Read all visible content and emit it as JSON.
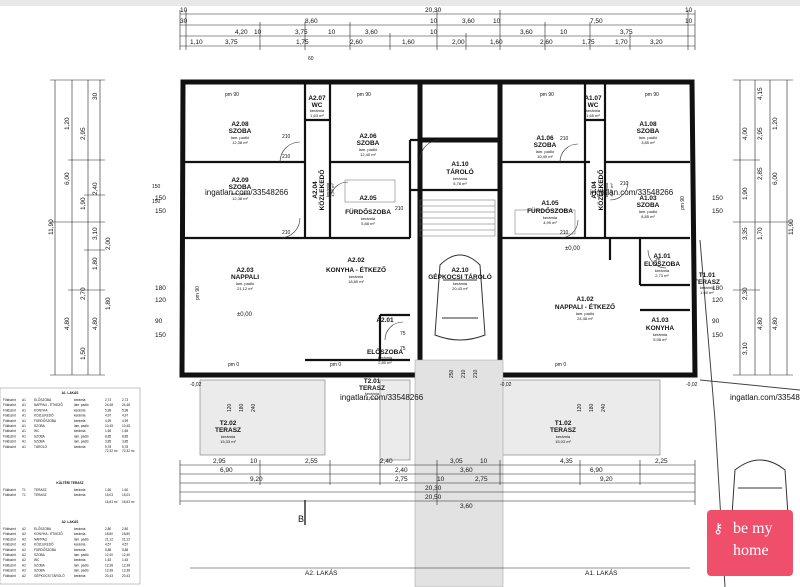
{
  "dims": {
    "top": [
      "10",
      "20,30",
      "10",
      "30",
      "8,60",
      "10",
      "3,60",
      "10",
      "7,50",
      "10",
      "4,20",
      "10",
      "3,75",
      "10",
      "3,60",
      "10",
      "3,60",
      "10",
      "3,75",
      "1,10",
      "3,75",
      "1,75",
      "2,60",
      "1,60",
      "2,00",
      "1,60",
      "2,60",
      "1,75",
      "1,70",
      "3,20"
    ],
    "bottom": [
      "2,95",
      "10",
      "2,55",
      "2,40",
      "3,05",
      "10",
      "2,25",
      "4,35",
      "6,90",
      "6,90",
      "9,20",
      "9,20",
      "10",
      "2,40",
      "3,60",
      "20,30",
      "20,50",
      "2,75",
      "2,75",
      "3,60"
    ],
    "left": [
      "11,90",
      "1,20",
      "6,00",
      "4,80",
      "2,95",
      "1,90",
      "2,70",
      "1,50",
      "4,80",
      "1,80",
      "3,10",
      "2,40",
      "30",
      "150",
      "150",
      "180",
      "120",
      "90",
      "150",
      "2,00",
      "1,80"
    ],
    "right": [
      "11,90",
      "1,20",
      "6,00",
      "4,80",
      "2,95",
      "4,15",
      "2,85",
      "4,00",
      "1,90",
      "3,35",
      "1,70",
      "4,80",
      "2,30",
      "3,10",
      "150",
      "150",
      "180",
      "120",
      "90",
      "150"
    ],
    "openings": [
      "pm 90",
      "pm 90",
      "pm 90",
      "pm 90",
      "pm 90",
      "pm 90",
      "pm 0",
      "pm 0",
      "pm 0",
      "210",
      "210",
      "210",
      "210",
      "210",
      "210",
      "150",
      "150",
      "60",
      "75",
      "75",
      "75",
      "210",
      "±0,00",
      "±0,00",
      "-0,02",
      "-0,02",
      "-0,02",
      "250",
      "210",
      "210",
      "120",
      "180",
      "240",
      "120",
      "180",
      "240"
    ]
  },
  "rooms": [
    {
      "code": "A2.08",
      "name": "SZOBA",
      "spec": "lam. padló",
      "area": "12,38 m²"
    },
    {
      "code": "A2.07",
      "name": "WC",
      "spec": "kerámia",
      "area": "1,63 m²"
    },
    {
      "code": "A2.06",
      "name": "SZOBA",
      "spec": "lam. padló",
      "area": "12,40 m²"
    },
    {
      "code": "A2.09",
      "name": "SZOBA",
      "spec": "lam. padló",
      "area": "12,38 m²"
    },
    {
      "code": "A2.04",
      "name": "KÖZLEKEDŐ",
      "spec": "kerámia",
      "area": "4,57 m²"
    },
    {
      "code": "A2.05",
      "name": "FÜRDŐSZOBA",
      "spec": "kerámia",
      "area": "5,88 m²"
    },
    {
      "code": "A2.03",
      "name": "NAPPALI",
      "spec": "lam. padló",
      "area": "21,12 m²"
    },
    {
      "code": "A2.02",
      "name": "KONYHA - ÉTKEZŐ",
      "spec": "kerámia",
      "area": "18,80 m²"
    },
    {
      "code": "A2.01",
      "name": "ELŐSZOBA",
      "spec": "kerámia",
      "area": "2,80 m²"
    },
    {
      "code": "A1.10",
      "name": "TÁROLÓ",
      "spec": "kerámia",
      "area": "5,78 m²"
    },
    {
      "code": "A2.10",
      "name": "GÉPKOCSI TÁROLÓ",
      "spec": "kerámia",
      "area": "20,43 m²"
    },
    {
      "code": "A1.06",
      "name": "SZOBA",
      "spec": "lam. padló",
      "area": "10,45 m²"
    },
    {
      "code": "A1.07",
      "name": "WC",
      "spec": "kerámia",
      "area": "1,65 m²"
    },
    {
      "code": "A1.08",
      "name": "SZOBA",
      "spec": "lam. padló",
      "area": "3,85 m²"
    },
    {
      "code": "A1.05",
      "name": "FÜRDŐSZOBA",
      "spec": "kerámia",
      "area": "4,99 m²"
    },
    {
      "code": "A1.04",
      "name": "KÖZLEKEDŐ",
      "spec": "kerámia",
      "area": "4,97 m²"
    },
    {
      "code": "A1.03",
      "name": "SZOBA",
      "spec": "lam. padló",
      "area": "8,85 m²"
    },
    {
      "code": "A1.01",
      "name": "ELŐSZOBA",
      "spec": "kerámia",
      "area": "2,73 m²"
    },
    {
      "code": "A1.02",
      "name": "NAPPALI - ÉTKEZŐ",
      "spec": "lam. padló",
      "area": "24,48 m²"
    },
    {
      "code": "A1.03",
      "name": "KONYHA",
      "spec": "kerámia",
      "area": "5,98 m²"
    },
    {
      "code": "T1.01",
      "name": "TERASZ",
      "spec": "kerámia",
      "area": "1,60 m²"
    },
    {
      "code": "T2.01",
      "name": "TERASZ",
      "spec": "kerámia",
      "area": "1,70 m²"
    },
    {
      "code": "T2.02",
      "name": "TERASZ",
      "spec": "kerámia",
      "area": "15,33 m²"
    },
    {
      "code": "T1.02",
      "name": "TERASZ",
      "spec": "kerámia",
      "area": "15,03 m²"
    }
  ],
  "labels": {
    "section_a2": "A2. LAKÁS",
    "section_a1": "A1. LAKÁS",
    "section_mark": "B",
    "watermark": "ingatlan.com/33548266"
  },
  "legend": {
    "header_1": "A1. LAKÁS",
    "rows_1": [
      [
        "Földszint",
        "A1",
        "ELŐSZOBA",
        "kerámia",
        "2,73",
        "2,73"
      ],
      [
        "Földszint",
        "A1",
        "NAPPALI - ÉTKEZŐ",
        "lam. padló",
        "24,48",
        "24,48"
      ],
      [
        "Földszint",
        "A1",
        "KONYHA",
        "kerámia",
        "5,98",
        "5,98"
      ],
      [
        "Földszint",
        "A1",
        "KÖZLEKEDŐ",
        "kerámia",
        "4,97",
        "4,97"
      ],
      [
        "Földszint",
        "A1",
        "FÜRDŐSZOBA",
        "kerámia",
        "4,99",
        "4,99"
      ],
      [
        "Földszint",
        "A1",
        "SZOBA",
        "lam. padló",
        "10,45",
        "10,45"
      ],
      [
        "Földszint",
        "A1",
        "WC",
        "kerámia",
        "1,65",
        "1,65"
      ],
      [
        "Földszint",
        "A1",
        "SZOBA",
        "lam. padló",
        "8,85",
        "8,85"
      ],
      [
        "Földszint",
        "A1",
        "SZOBA",
        "lam. padló",
        "3,85",
        "3,85"
      ],
      [
        "Földszint",
        "A1",
        "TÁROLÓ",
        "kerámia",
        "5,78",
        "5,78"
      ]
    ],
    "total_1": [
      "72,32 m²",
      "72,32 m²"
    ],
    "header_2": "KÜLTÉRI TERASZ",
    "rows_2": [
      [
        "Földszint",
        "T1",
        "TERASZ",
        "kerámia",
        "1,60",
        "1,60"
      ],
      [
        "Földszint",
        "T1",
        "TERASZ",
        "kerámia",
        "15,03",
        "15,03"
      ]
    ],
    "total_2": [
      "16,63 m²",
      "16,63 m²"
    ],
    "header_3": "A2. LAKÁS",
    "rows_3": [
      [
        "Földszint",
        "A2",
        "ELŐSZOBA",
        "kerámia",
        "2,80",
        "2,80"
      ],
      [
        "Földszint",
        "A2",
        "KONYHA - ÉTKEZŐ",
        "kerámia",
        "18,80",
        "18,80"
      ],
      [
        "Földszint",
        "A2",
        "NAPPALI",
        "lam. padló",
        "21,12",
        "21,12"
      ],
      [
        "Földszint",
        "A2",
        "KÖZLEKEDŐ",
        "kerámia",
        "4,57",
        "4,57"
      ],
      [
        "Földszint",
        "A2",
        "FÜRDŐSZOBA",
        "kerámia",
        "5,88",
        "5,88"
      ],
      [
        "Földszint",
        "A2",
        "SZOBA",
        "lam. padló",
        "12,40",
        "12,40"
      ],
      [
        "Földszint",
        "A2",
        "WC",
        "kerámia",
        "1,63",
        "1,63"
      ],
      [
        "Földszint",
        "A2",
        "SZOBA",
        "lam. padló",
        "12,38",
        "12,38"
      ],
      [
        "Földszint",
        "A2",
        "SZOBA",
        "lam. padló",
        "12,38",
        "12,38"
      ],
      [
        "Földszint",
        "A2",
        "GÉPKOCSI TÁROLÓ",
        "kerámia",
        "20,43",
        "20,43"
      ]
    ]
  },
  "logo": {
    "line1": "be my",
    "line2": "home",
    "icon": "key-heart-icon"
  }
}
